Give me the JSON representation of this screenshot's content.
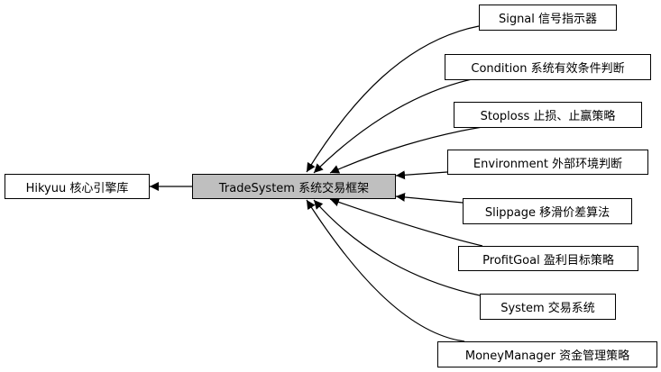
{
  "diagram": {
    "type": "collaboration-graph",
    "focus_node": "tradesystem",
    "colors": {
      "focus_fill": "#bfbfbf",
      "node_fill": "#ffffff",
      "edge": "#000000"
    },
    "nodes": [
      {
        "id": "hikyuu",
        "label": "Hikyuu 核心引擎库"
      },
      {
        "id": "tradesystem",
        "label": "TradeSystem 系统交易框架"
      },
      {
        "id": "signal",
        "label": "Signal 信号指示器"
      },
      {
        "id": "condition",
        "label": "Condition 系统有效条件判断"
      },
      {
        "id": "stoploss",
        "label": "Stoploss 止损、止赢策略"
      },
      {
        "id": "environment",
        "label": "Environment 外部环境判断"
      },
      {
        "id": "slippage",
        "label": "Slippage 移滑价差算法"
      },
      {
        "id": "profitgoal",
        "label": "ProfitGoal 盈利目标策略"
      },
      {
        "id": "system",
        "label": "System 交易系统"
      },
      {
        "id": "moneymanager",
        "label": "MoneyManager 资金管理策略"
      }
    ],
    "edges": [
      {
        "from": "tradesystem",
        "to": "hikyuu"
      },
      {
        "from": "signal",
        "to": "tradesystem"
      },
      {
        "from": "condition",
        "to": "tradesystem"
      },
      {
        "from": "stoploss",
        "to": "tradesystem"
      },
      {
        "from": "environment",
        "to": "tradesystem"
      },
      {
        "from": "slippage",
        "to": "tradesystem"
      },
      {
        "from": "profitgoal",
        "to": "tradesystem"
      },
      {
        "from": "system",
        "to": "tradesystem"
      },
      {
        "from": "moneymanager",
        "to": "tradesystem"
      }
    ]
  }
}
